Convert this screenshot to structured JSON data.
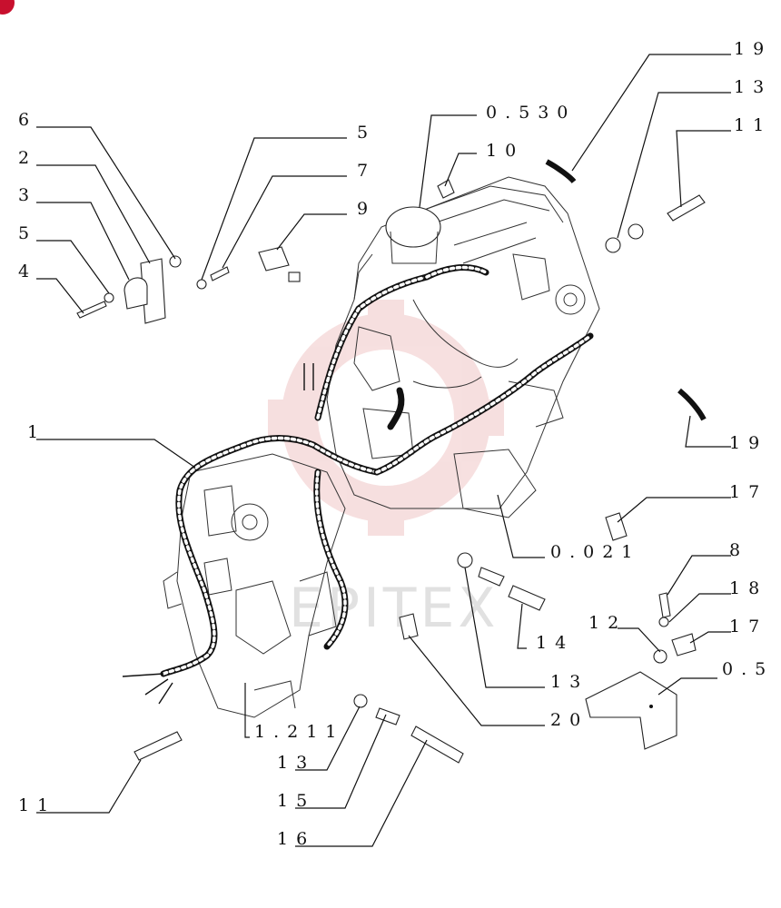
{
  "watermark": "EPITEX",
  "labels": {
    "l_6": "6",
    "l_2": "2",
    "l_3": "3",
    "l_5a": "5",
    "l_4": "4",
    "l_5b": "5",
    "l_7": "7",
    "l_9": "9",
    "l_0530": "0.530",
    "l_10": "10",
    "l_19a": "19",
    "l_13a": "13",
    "l_11a": "11",
    "l_1": "1",
    "l_19b": "19",
    "l_17a": "17",
    "l_0021": "0.021",
    "l_8": "8",
    "l_18": "18",
    "l_12": "12",
    "l_17b": "17",
    "l_14": "14",
    "l_13b": "13",
    "l_05": "0.5",
    "l_20": "20",
    "l_1211": "1.211",
    "l_11b": "11",
    "l_13c": "13",
    "l_15": "15",
    "l_16": "16"
  },
  "colors": {
    "badge": "#c8102e",
    "watermark_logo": "#e8a5a5"
  }
}
